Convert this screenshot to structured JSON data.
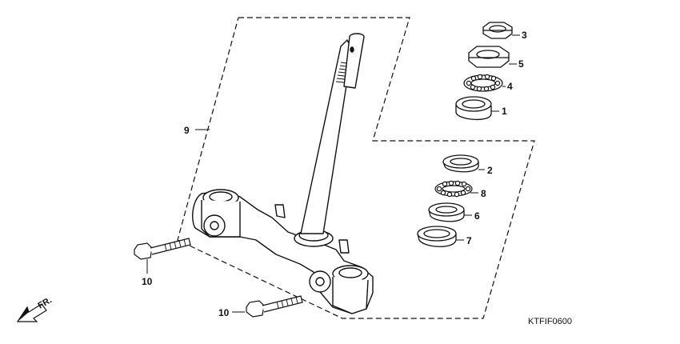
{
  "diagram": {
    "code": "KTFIF0600",
    "front_indicator": "FR.",
    "parts": [
      {
        "number": "1"
      },
      {
        "number": "2"
      },
      {
        "number": "3"
      },
      {
        "number": "4"
      },
      {
        "number": "5"
      },
      {
        "number": "6"
      },
      {
        "number": "7"
      },
      {
        "number": "8"
      },
      {
        "number": "9"
      },
      {
        "number": "10"
      },
      {
        "number": "10"
      }
    ],
    "icons": [
      "nut-icon",
      "lock-nut-icon",
      "ball-bearing-icon",
      "bearing-race-icon",
      "dust-seal-icon",
      "bolt-icon",
      "steering-stem-icon",
      "front-arrow-icon"
    ]
  }
}
